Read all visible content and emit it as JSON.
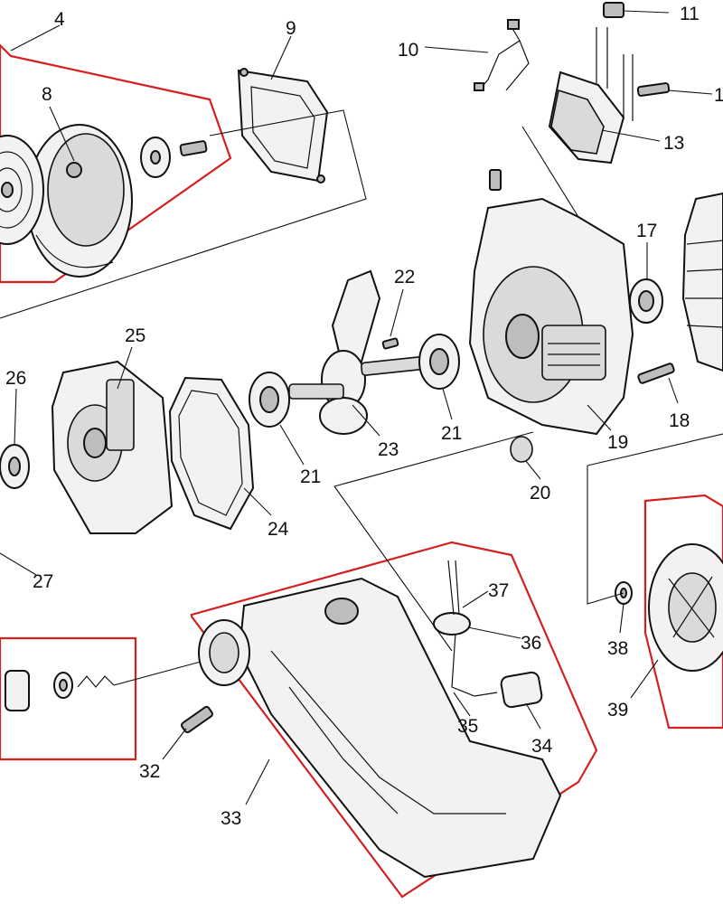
{
  "diagram": {
    "type": "exploded-parts-diagram",
    "highlight_color": "#d42020",
    "line_color": "#111111",
    "callouts": [
      {
        "label": "4"
      },
      {
        "label": "8"
      },
      {
        "label": "9"
      },
      {
        "label": "10"
      },
      {
        "label": "11"
      },
      {
        "label": "1"
      },
      {
        "label": "13"
      },
      {
        "label": "17"
      },
      {
        "label": "22"
      },
      {
        "label": "25"
      },
      {
        "label": "26"
      },
      {
        "label": "21"
      },
      {
        "label": "23"
      },
      {
        "label": "21"
      },
      {
        "label": "18"
      },
      {
        "label": "19"
      },
      {
        "label": "20"
      },
      {
        "label": "24"
      },
      {
        "label": "27"
      },
      {
        "label": "37"
      },
      {
        "label": "36"
      },
      {
        "label": "38"
      },
      {
        "label": "39"
      },
      {
        "label": "35"
      },
      {
        "label": "34"
      },
      {
        "label": "32"
      },
      {
        "label": "33"
      }
    ]
  }
}
